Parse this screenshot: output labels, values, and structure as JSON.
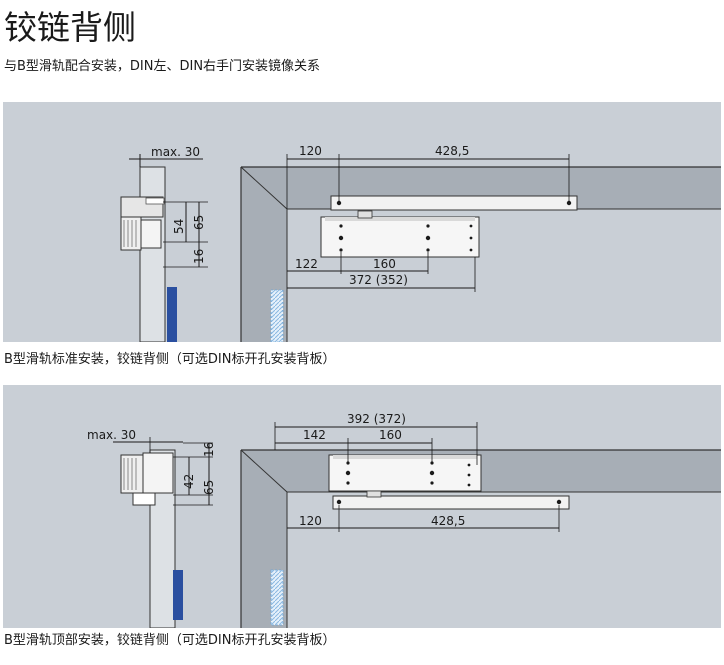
{
  "title": "铰链背侧",
  "subtitle": "与B型滑轨配合安装，DIN左、DIN右手门安装镜像关系",
  "figure1": {
    "caption": "B型滑轨标准安装，铰链背侧（可选DIN标开孔安装背板）",
    "dims": {
      "max": "max. 30",
      "d54": "54",
      "d65": "65",
      "d16": "16",
      "d120": "120",
      "d4285": "428,5",
      "d122": "122",
      "d160": "160",
      "d372": "372 (352)"
    }
  },
  "figure2": {
    "caption": "B型滑轨顶部安装，铰链背侧（可选DIN标开孔安装背板）",
    "dims": {
      "max": "max. 30",
      "d16": "16",
      "d42": "42",
      "d65": "65",
      "d392": "392 (372)",
      "d142": "142",
      "d160": "160",
      "d120": "120",
      "d4285": "428,5"
    }
  },
  "colors": {
    "panel": "#c9cfd6",
    "frame": "#a7aeb6",
    "frame_light": "#dde1e5",
    "door_blue": "#2a4fa0",
    "hatch": "#9fc4e6",
    "line": "#1a1a1a"
  }
}
